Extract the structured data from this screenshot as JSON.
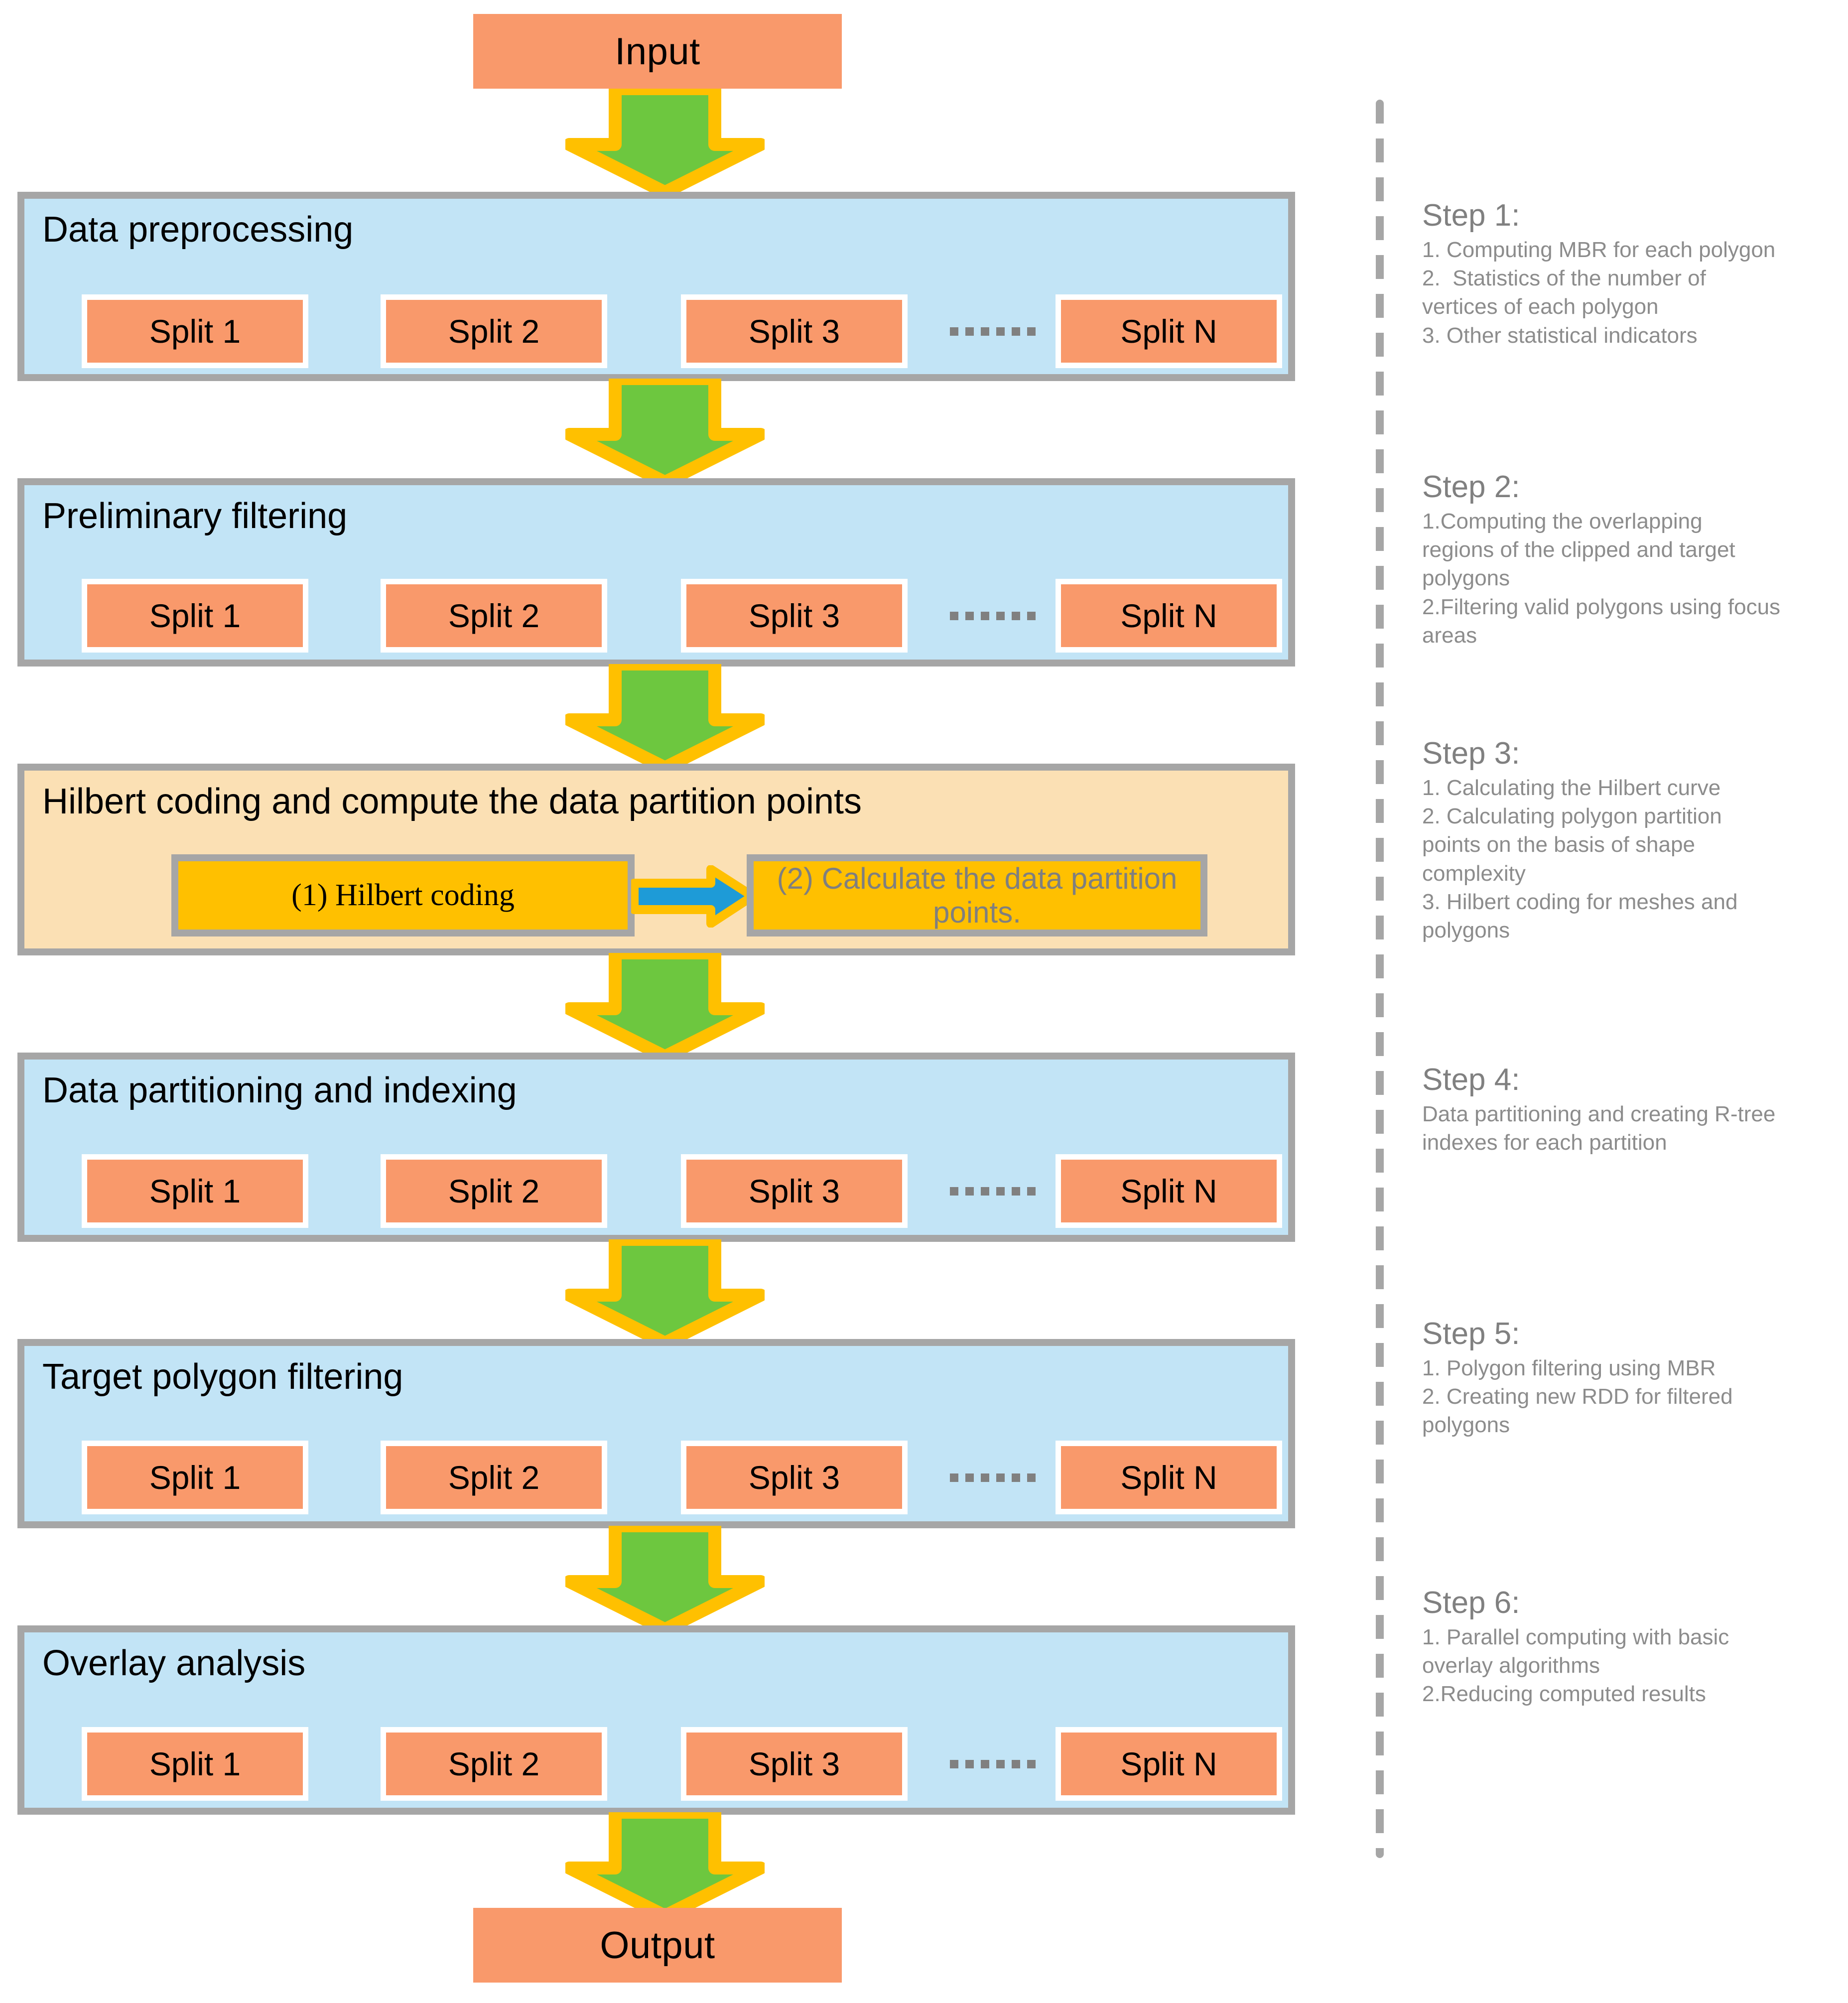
{
  "diagram": {
    "title_semantics": "parallel polygon overlay analysis workflow",
    "input_label": "Input",
    "output_label": "Output",
    "colors": {
      "terminator_orange": "#F9996B",
      "stage_blue": "#C2E4F6",
      "stage_tan": "#FBE0B4",
      "stage_border_gray": "#A6A6A6",
      "split_orange": "#F9996B",
      "hilbert_gold": "#FFC000",
      "arrow_green": "#6DC73F",
      "arrow_gold_outline": "#FFC000",
      "arrow_blue": "#1E9BD7",
      "step_text_gray": "#808080",
      "dot_gray": "#808080"
    }
  },
  "stages": [
    {
      "id": "data-preprocessing",
      "title": "Data preprocessing",
      "splits": [
        "Split 1",
        "Split 2",
        "Split 3",
        "Split N"
      ],
      "has_ellipsis": true
    },
    {
      "id": "preliminary-filtering",
      "title": "Preliminary filtering",
      "splits": [
        "Split 1",
        "Split 2",
        "Split 3",
        "Split N"
      ],
      "has_ellipsis": true
    },
    {
      "id": "hilbert-coding",
      "title": "Hilbert coding and compute the data partition points",
      "inner_boxes": [
        "(1) Hilbert coding",
        "(2) Calculate the data partition points."
      ]
    },
    {
      "id": "data-partitioning-indexing",
      "title": "Data partitioning and indexing",
      "splits": [
        "Split 1",
        "Split 2",
        "Split 3",
        "Split N"
      ],
      "has_ellipsis": true
    },
    {
      "id": "target-polygon-filtering",
      "title": "Target polygon filtering",
      "splits": [
        "Split 1",
        "Split 2",
        "Split 3",
        "Split N"
      ],
      "has_ellipsis": true
    },
    {
      "id": "overlay-analysis",
      "title": "Overlay analysis",
      "splits": [
        "Split 1",
        "Split 2",
        "Split 3",
        "Split N"
      ],
      "has_ellipsis": true
    }
  ],
  "steps": [
    {
      "heading": "Step 1:",
      "lines": [
        "1. Computing MBR for each polygon",
        "2.  Statistics of the number of",
        "vertices of each polygon",
        "3. Other statistical indicators"
      ]
    },
    {
      "heading": "Step 2:",
      "lines": [
        "1.Computing the overlapping",
        "regions of the clipped and target",
        "polygons",
        "2.Filtering valid polygons using focus",
        "areas"
      ]
    },
    {
      "heading": "Step 3:",
      "lines": [
        "1. Calculating the Hilbert curve",
        "2. Calculating polygon partition",
        "points on the basis of shape",
        "complexity",
        "3. Hilbert coding for meshes and",
        "polygons"
      ]
    },
    {
      "heading": "Step 4:",
      "lines": [
        "Data partitioning and creating R-tree",
        "indexes for each partition"
      ]
    },
    {
      "heading": "Step 5:",
      "lines": [
        "1. Polygon filtering using MBR",
        "2. Creating new RDD for filtered",
        "polygons"
      ]
    },
    {
      "heading": "Step 6:",
      "lines": [
        "1. Parallel computing with basic",
        "overlay algorithms",
        "2.Reducing computed results"
      ]
    }
  ]
}
